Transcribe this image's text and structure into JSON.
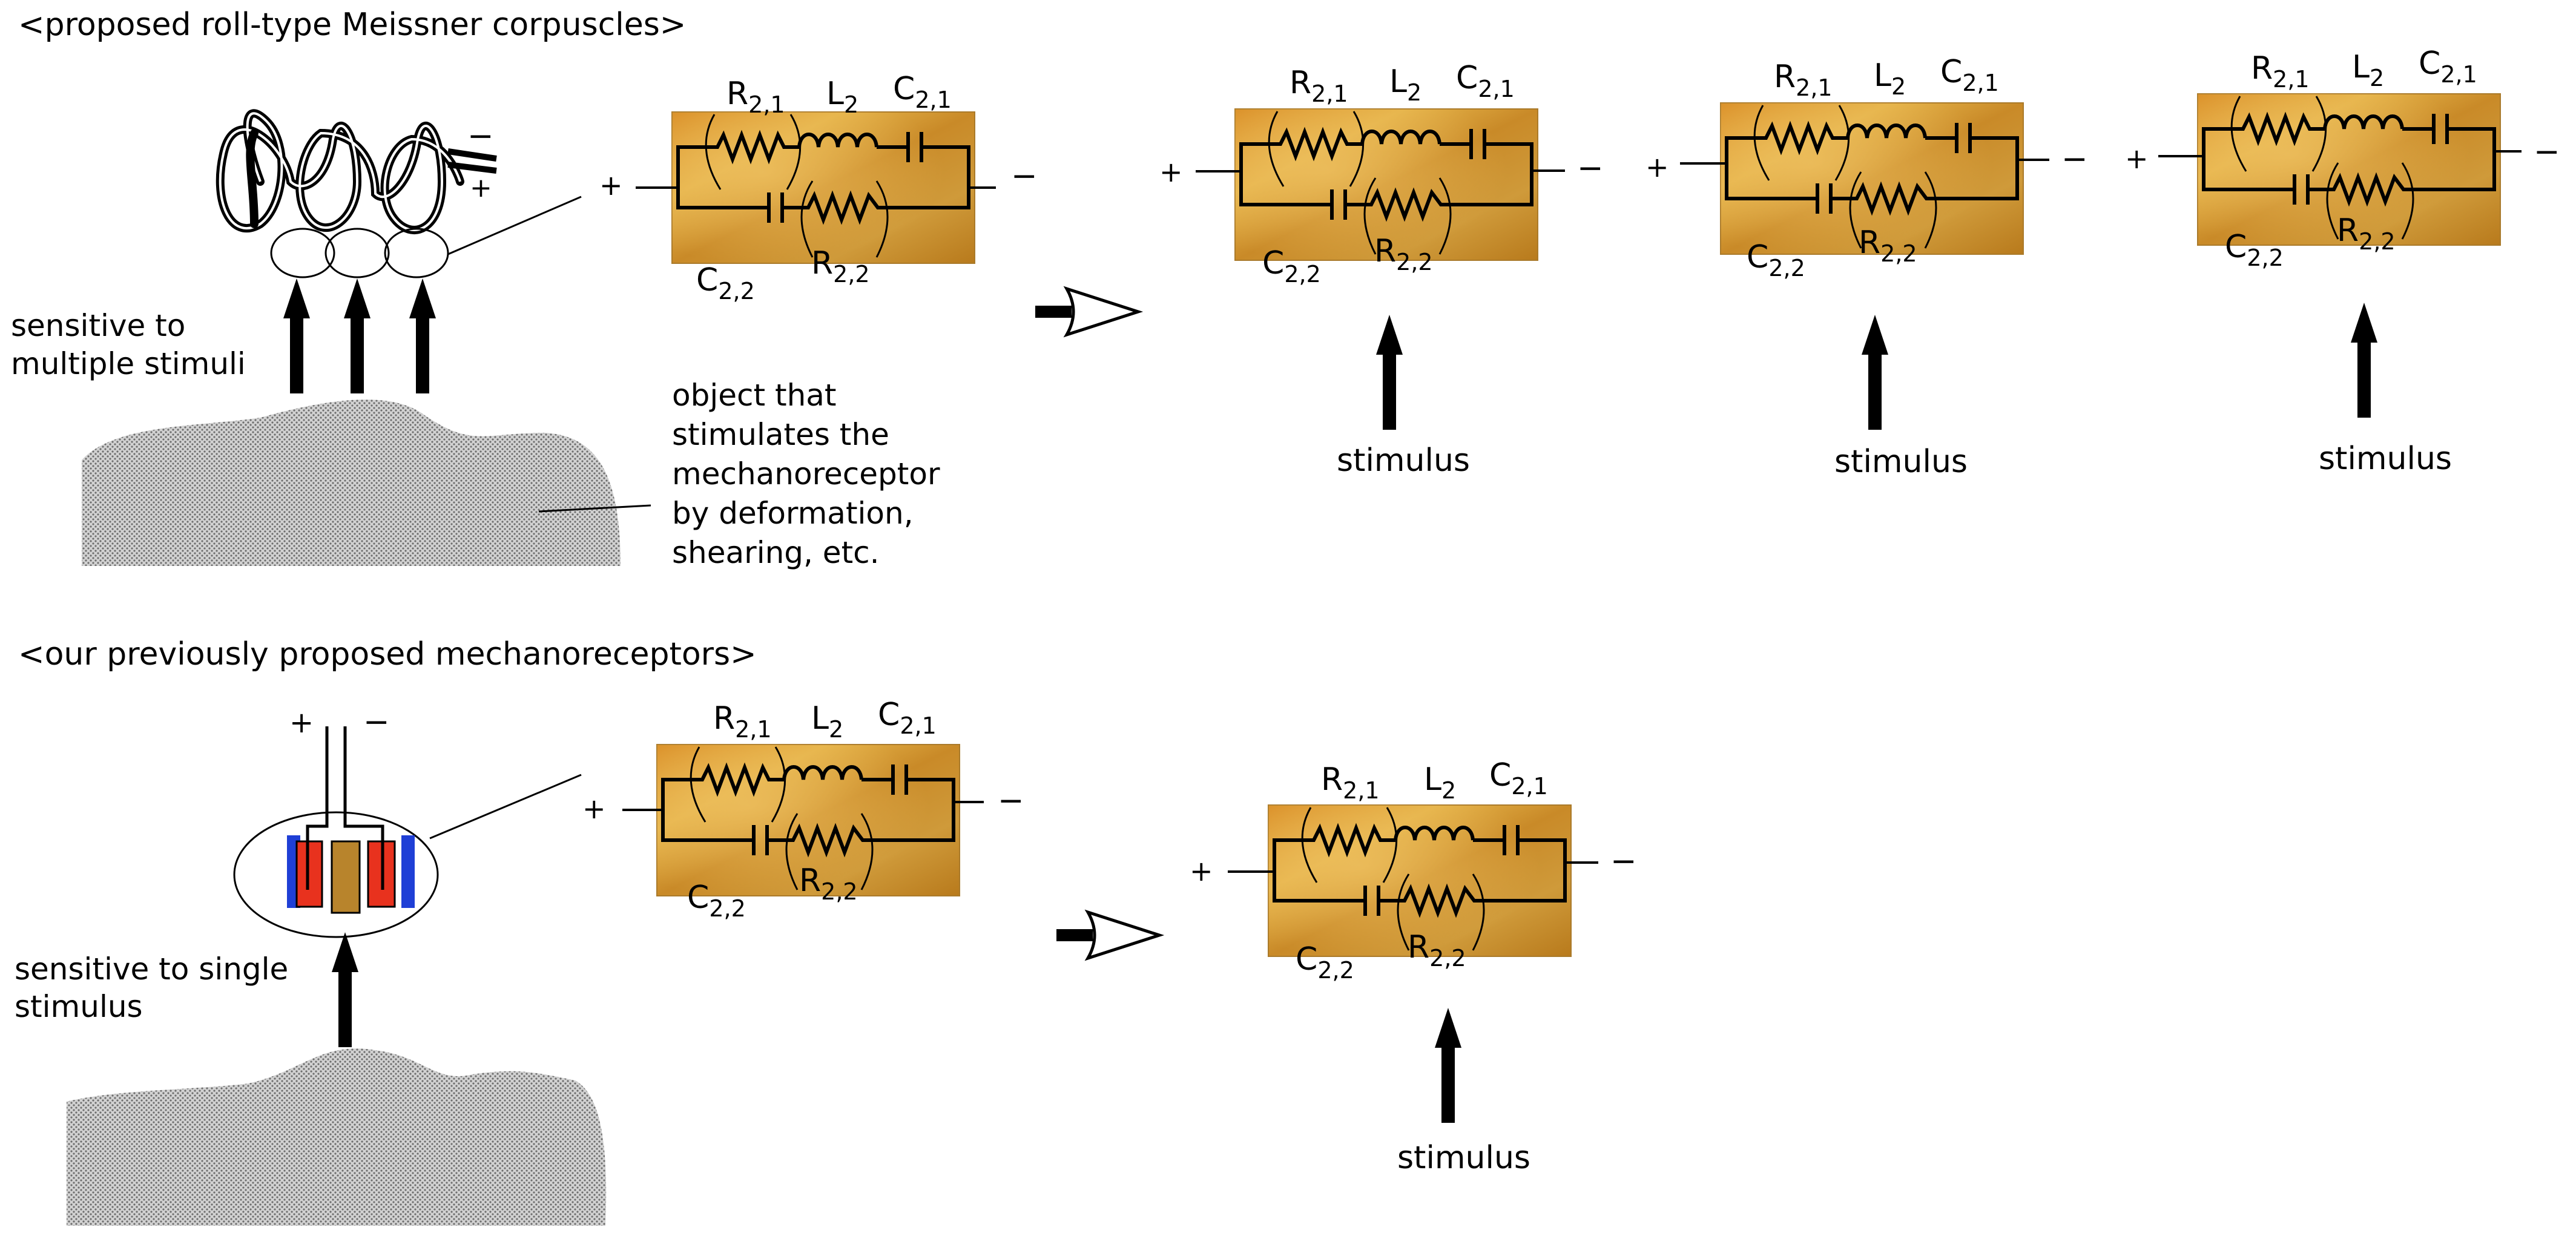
{
  "sections": {
    "top": {
      "title": "<proposed roll-type Meissner corpuscles>"
    },
    "bottom": {
      "title": "<our previously proposed mechanoreceptors>"
    }
  },
  "labels": {
    "multiple": [
      "sensitive to",
      "multiple stimuli"
    ],
    "single": [
      "sensitive to single",
      "stimulus"
    ],
    "object": [
      "object that",
      "stimulates the",
      "mechanoreceptor",
      "by deformation,",
      "shearing, etc."
    ],
    "stimulus": "stimulus",
    "plus": "+",
    "minus": "−"
  },
  "circuit": {
    "r21": {
      "base": "R",
      "sub": "2,1"
    },
    "l2": {
      "base": "L",
      "sub": "2"
    },
    "c21": {
      "base": "C",
      "sub": "2,1"
    },
    "c22": {
      "base": "C",
      "sub": "2,2"
    },
    "r22": {
      "base": "R",
      "sub": "2,2"
    }
  },
  "colors": {
    "module_dark": "#c47d1e",
    "module_light": "#e9c45a",
    "electrode_red": "#e8321e",
    "electrode_blue": "#1f3fd6",
    "electrode_gold": "#b8842c",
    "surface_gray": "#a8a8a8"
  }
}
